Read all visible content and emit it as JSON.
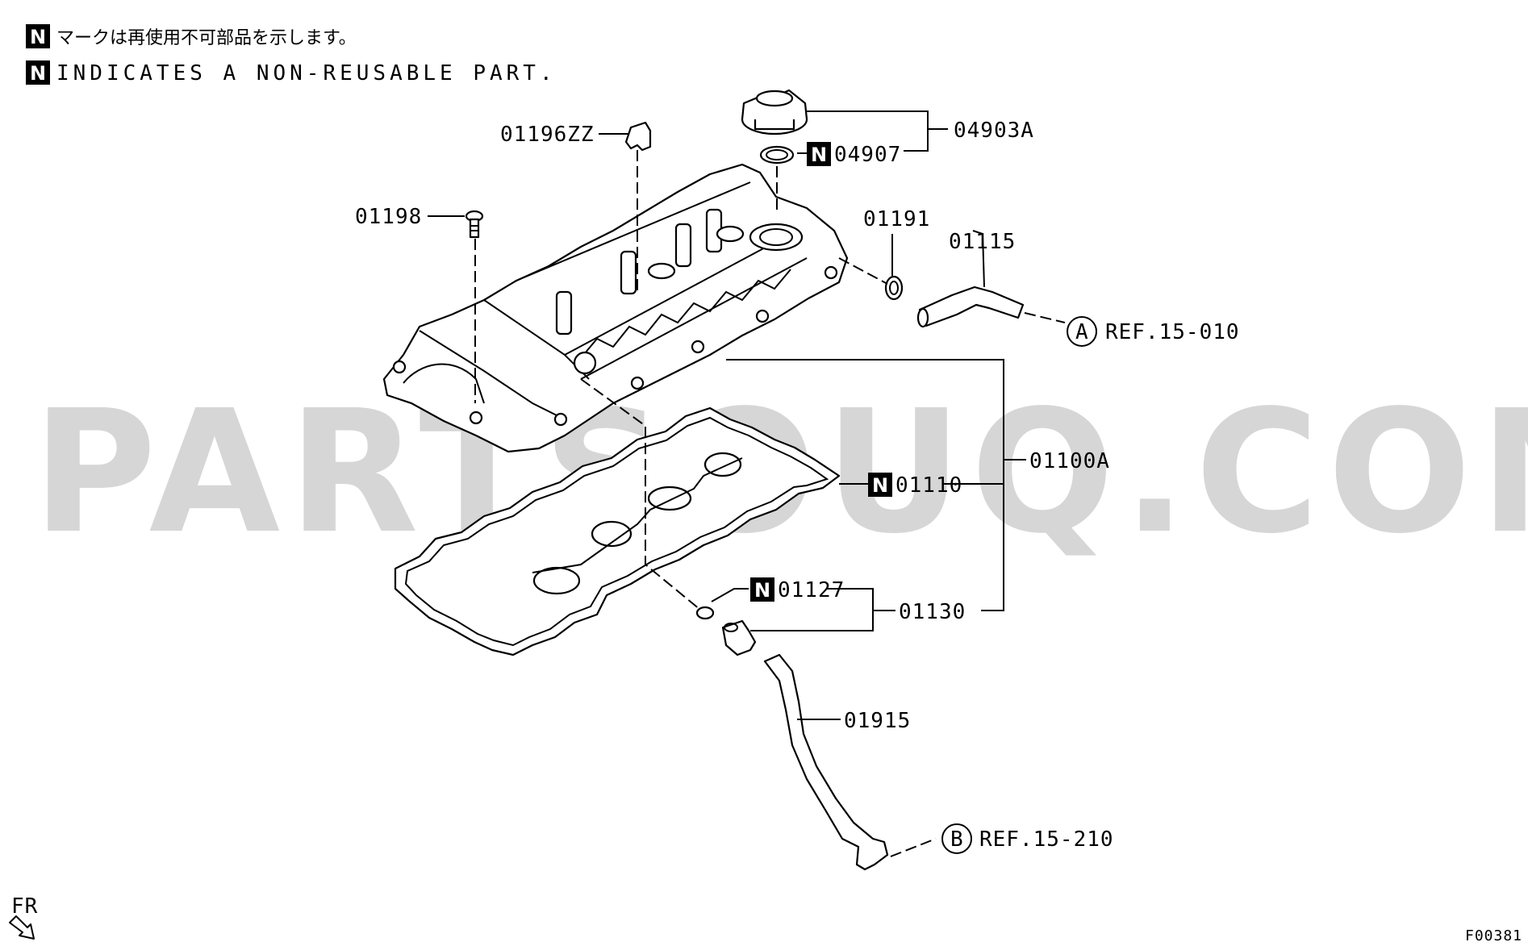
{
  "legend": {
    "badge": "N",
    "japanese_note": "マークは再使用不可部品を示します。",
    "english_note": "INDICATES A NON-REUSABLE PART."
  },
  "watermark": "PARTSOUQ.COM",
  "callouts": {
    "p01196ZZ": "01196ZZ",
    "p04903A": "04903A",
    "p04907": "04907",
    "p01198": "01198",
    "p01191": "01191",
    "p01115": "01115",
    "p01100A": "01100A",
    "p01110": "01110",
    "p01127": "01127",
    "p01130": "01130",
    "p01915": "01915"
  },
  "references": {
    "a_letter": "A",
    "a_text": "REF.15-010",
    "b_letter": "B",
    "b_text": "REF.15-210"
  },
  "orientation": "FR",
  "figure_id": "F00381"
}
